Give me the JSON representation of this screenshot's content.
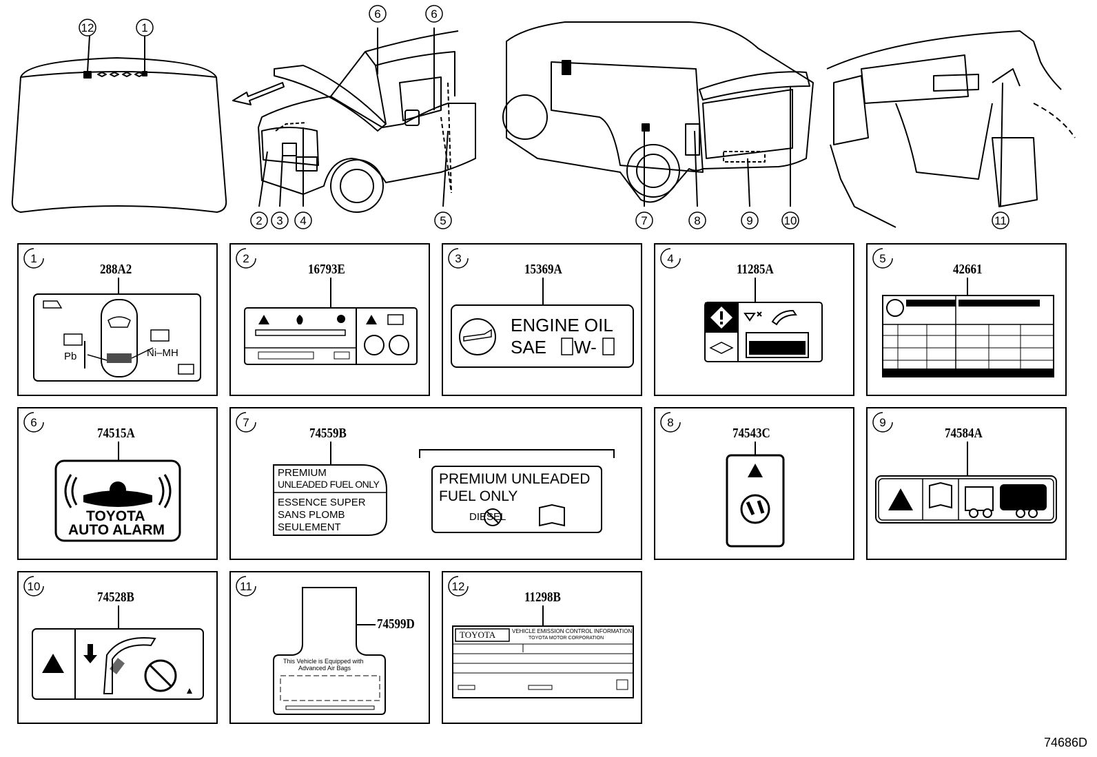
{
  "callouts": [
    "1",
    "2",
    "3",
    "4",
    "5",
    "6",
    "7",
    "8",
    "9",
    "10",
    "11",
    "12"
  ],
  "panels": [
    {
      "num": "1",
      "code": "288A2",
      "texts": {
        "pb": "Pb",
        "nimh": "Ni–MH"
      }
    },
    {
      "num": "2",
      "code": "16793E"
    },
    {
      "num": "3",
      "code": "15369A",
      "texts": {
        "line1": "ENGINE  OIL",
        "sae": "SAE",
        "w": "W-"
      }
    },
    {
      "num": "4",
      "code": "11285A"
    },
    {
      "num": "5",
      "code": "42661"
    },
    {
      "num": "6",
      "code": "74515A",
      "texts": {
        "line1": "TOYOTA",
        "line2": "AUTO ALARM"
      }
    },
    {
      "num": "7",
      "code": "74559B",
      "texts": {
        "s1": "PREMIUM",
        "s2": "UNLEADED FUEL ONLY",
        "s3": "ESSENCE  SUPER",
        "s4": "SANS  PLOMB",
        "s5": "SEULEMENT",
        "b1": "PREMIUM  UNLEADED",
        "b2": "FUEL  ONLY",
        "b3": "DIESEL"
      }
    },
    {
      "num": "8",
      "code": "74543C"
    },
    {
      "num": "9",
      "code": "74584A"
    },
    {
      "num": "10",
      "code": "74528B"
    },
    {
      "num": "11",
      "code": "74599D",
      "texts": {
        "a1": "This Vehicle is Equipped with",
        "a2": "Advanced  Air  Bags"
      }
    },
    {
      "num": "12",
      "code": "11298B",
      "texts": {
        "brand": "TOYOTA",
        "h1": "VEHICLE EMISSION CONTROL INFORMATION",
        "h2": "TOYOTA MOTOR CORPORATION"
      }
    }
  ],
  "footer_code": "74686D"
}
